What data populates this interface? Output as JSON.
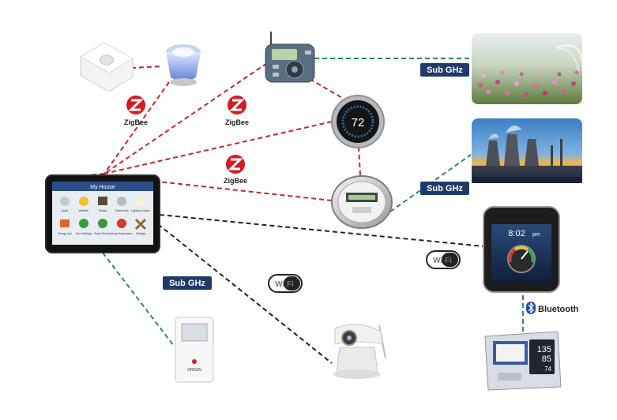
{
  "hub": {
    "title": "My House",
    "tiles": [
      "Audio",
      "Weather",
      "Photos",
      "Thermostat",
      "Lighting Control",
      "Energy Use",
      "Door Settings",
      "Smart Devices",
      "Home Automation",
      "Settings"
    ]
  },
  "labels": {
    "zigbee_1": "ZigBee",
    "zigbee_2": "ZigBee",
    "zigbee_3": "ZigBee",
    "subghz_1": "Sub GHz",
    "subghz_2": "Sub GHz",
    "subghz_3": "Sub GHz",
    "wifi_1": "Wi Fi",
    "wifi_2": "Wi Fi",
    "bluetooth": "Bluetooth"
  },
  "thermostat_reading": "72",
  "phone_time": "8:02",
  "phone_ampm": "pm",
  "bp_reading": [
    "135",
    "85",
    "74"
  ],
  "sensor_brand": "ORIGIN",
  "colors": {
    "zigbee_link": "#c0282d",
    "subghz_link": "#2e8b57",
    "wifi_link": "#222222",
    "badge_bg": "#1f3a68",
    "zigbee_logo": "#d71920"
  },
  "icons": {
    "hub": "tablet-hub-icon",
    "motion_sensor": "motion-sensor-icon",
    "lamp": "smart-lamp-icon",
    "irrigation": "irrigation-controller-icon",
    "thermostat": "thermostat-icon",
    "meter": "electric-meter-icon",
    "garden": "garden-sprinkler-photo",
    "plant": "power-plant-photo",
    "phone": "smartphone-icon",
    "bp_monitor": "blood-pressure-monitor-icon",
    "camera": "ip-camera-icon",
    "weather_sensor": "weather-sensor-icon"
  }
}
